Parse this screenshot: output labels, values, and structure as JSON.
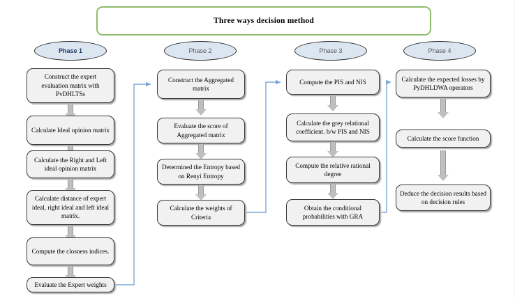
{
  "title": {
    "text": "Three ways decision method",
    "border_color": "#8FBC6A"
  },
  "phases": [
    {
      "label": "Phase 1",
      "active": true
    },
    {
      "label": "Phase 2",
      "active": false
    },
    {
      "label": "Phase 3",
      "active": false
    },
    {
      "label": "Phase 4",
      "active": false
    }
  ],
  "columns": [
    {
      "phase": "Phase 1",
      "steps": [
        "Construct the expert evaluation matrix with PvDHLTSs",
        "Calculate Ideal opinion matrix",
        "Calculate the Right and Left ideal opinion matrix",
        "Calculate distance of expert ideal, right ideal and left ideal matrix.",
        "Compute the closness indices.",
        "Evaluate the Expert weights"
      ]
    },
    {
      "phase": "Phase 2",
      "steps": [
        "Construct the Aggregated matrix",
        "Evaluate the score of Aggregated matrix",
        "Determined the Entropy based on Renyi Entropy",
        "Calculate the weights of Criteria"
      ]
    },
    {
      "phase": "Phase 3",
      "steps": [
        "Compute the PIS and NIS",
        "Calculate the grey relational coefficient. b/w  PIS and NIS",
        "Compute the relative rational degree",
        "Obtain the conditional probabilities with GRA"
      ]
    },
    {
      "phase": "Phase 4",
      "steps": [
        "Calculate the expected losses by PyDHLDWA operators",
        "Calculate the score function",
        "Deduce the decision results based on decision rules"
      ]
    }
  ],
  "connectors": [
    {
      "from": "Evaluate the Expert weights",
      "to": "Construct the Aggregated matrix",
      "color": "#7BA7D7"
    },
    {
      "from": "Calculate the weights of Criteria",
      "to": "Compute the PIS and NIS",
      "color": "#7BA7D7"
    },
    {
      "from": "Obtain the conditional probabilities with GRA",
      "to": "Calculate the expected losses by PyDHLDWA operators",
      "color": "#7BA7D7"
    }
  ],
  "colors": {
    "box_fill": "#F1F1F1",
    "box_border": "#3a3a3a",
    "ellipse_fill": "#DCE6F1",
    "arrow_grey": "#BFBFBF",
    "connector_blue": "#7BA7D7",
    "title_green": "#8FBC6A"
  }
}
